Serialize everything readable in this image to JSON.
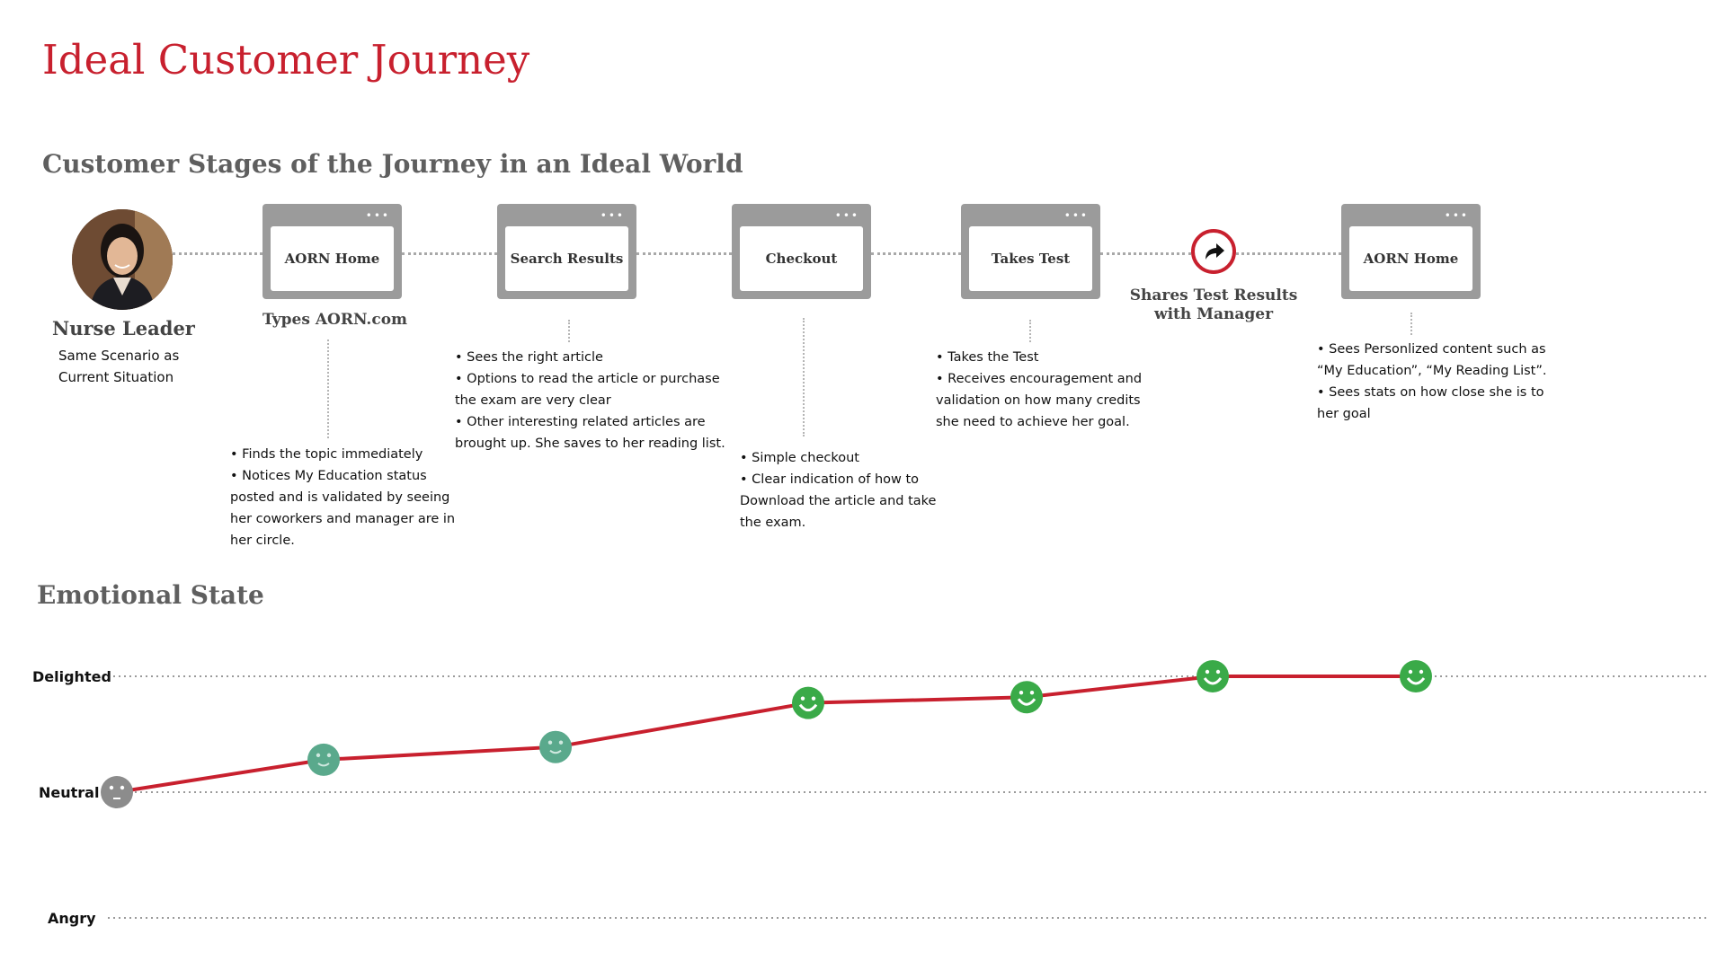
{
  "title": "Ideal Customer Journey",
  "stages_heading": "Customer Stages of the Journey in an Ideal World",
  "emotion_heading": "Emotional State",
  "persona": {
    "name": "Nurse Leader",
    "note_lines": [
      "Same Scenario as",
      "Current Situation"
    ]
  },
  "window_dots": "•••",
  "stages": [
    {
      "title": "AORN Home",
      "caption": "Types AORN.com",
      "notes": [
        "• Finds the topic immediately",
        "• Notices My Education status",
        "posted and is validated by seeing",
        "her coworkers and manager are in",
        "her circle."
      ]
    },
    {
      "title": "Search Results",
      "caption": "",
      "notes": [
        "• Sees the right article",
        "• Options to read the article or purchase",
        "the exam are very clear",
        "• Other interesting related articles are",
        "brought up.   She saves to her reading list."
      ]
    },
    {
      "title": "Checkout",
      "caption": "",
      "notes": [
        "• Simple checkout",
        "• Clear indication of how to",
        "Download the article and take",
        "the exam."
      ]
    },
    {
      "title": "Takes Test",
      "caption": "",
      "notes": [
        "• Takes the Test",
        "• Receives encouragement and",
        "validation on how many credits",
        "she need to achieve her goal."
      ]
    },
    {
      "title": "",
      "caption_lines": [
        "Shares Test Results",
        "with Manager"
      ],
      "icon": "share-arrow-icon",
      "notes": []
    },
    {
      "title": "AORN Home",
      "caption": "",
      "notes": [
        "• Sees Personlized content such as",
        "“My Education”, “My Reading List”.",
        "• Sees stats on how close she is to",
        "her goal"
      ]
    }
  ],
  "chart_data": {
    "type": "line",
    "levels": [
      "Angry",
      "Neutral",
      "Delighted"
    ],
    "scale": {
      "Angry": 0,
      "Neutral": 1,
      "Delighted": 2
    },
    "x": [
      "Nurse Leader",
      "AORN Home",
      "Search Results",
      "Checkout",
      "Takes Test",
      "Shares Test Results with Manager",
      "AORN Home"
    ],
    "values": [
      1.0,
      1.28,
      1.39,
      1.77,
      1.82,
      2.0,
      2.0
    ],
    "marker_moods": [
      "neutral",
      "content",
      "content",
      "happy",
      "happy",
      "happy",
      "happy"
    ],
    "line_color": "#c8202e",
    "colors": {
      "neutral": "#8c8c8c",
      "content": "#5aa98c",
      "happy": "#3aaa48"
    }
  }
}
